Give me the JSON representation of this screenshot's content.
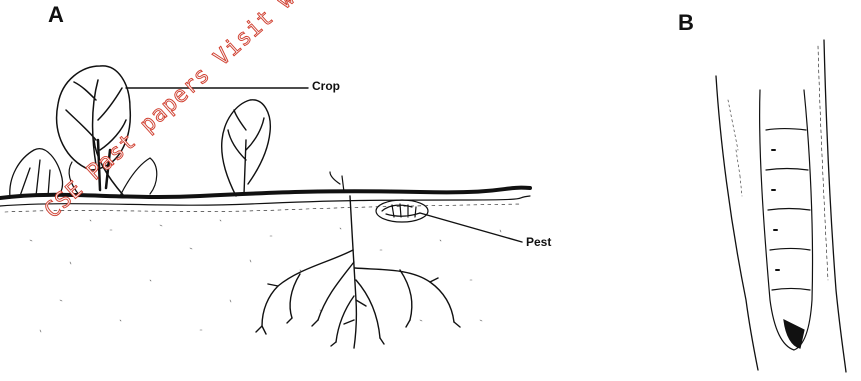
{
  "figure_a": {
    "label": "A",
    "crop_label": "Crop",
    "pest_label": "Pest"
  },
  "figure_b": {
    "label": "B"
  },
  "watermark": {
    "text": "CSE Past papers Visit www.fre"
  },
  "colors": {
    "ink": "#111111",
    "watermark_outline": "#d23a2a"
  }
}
